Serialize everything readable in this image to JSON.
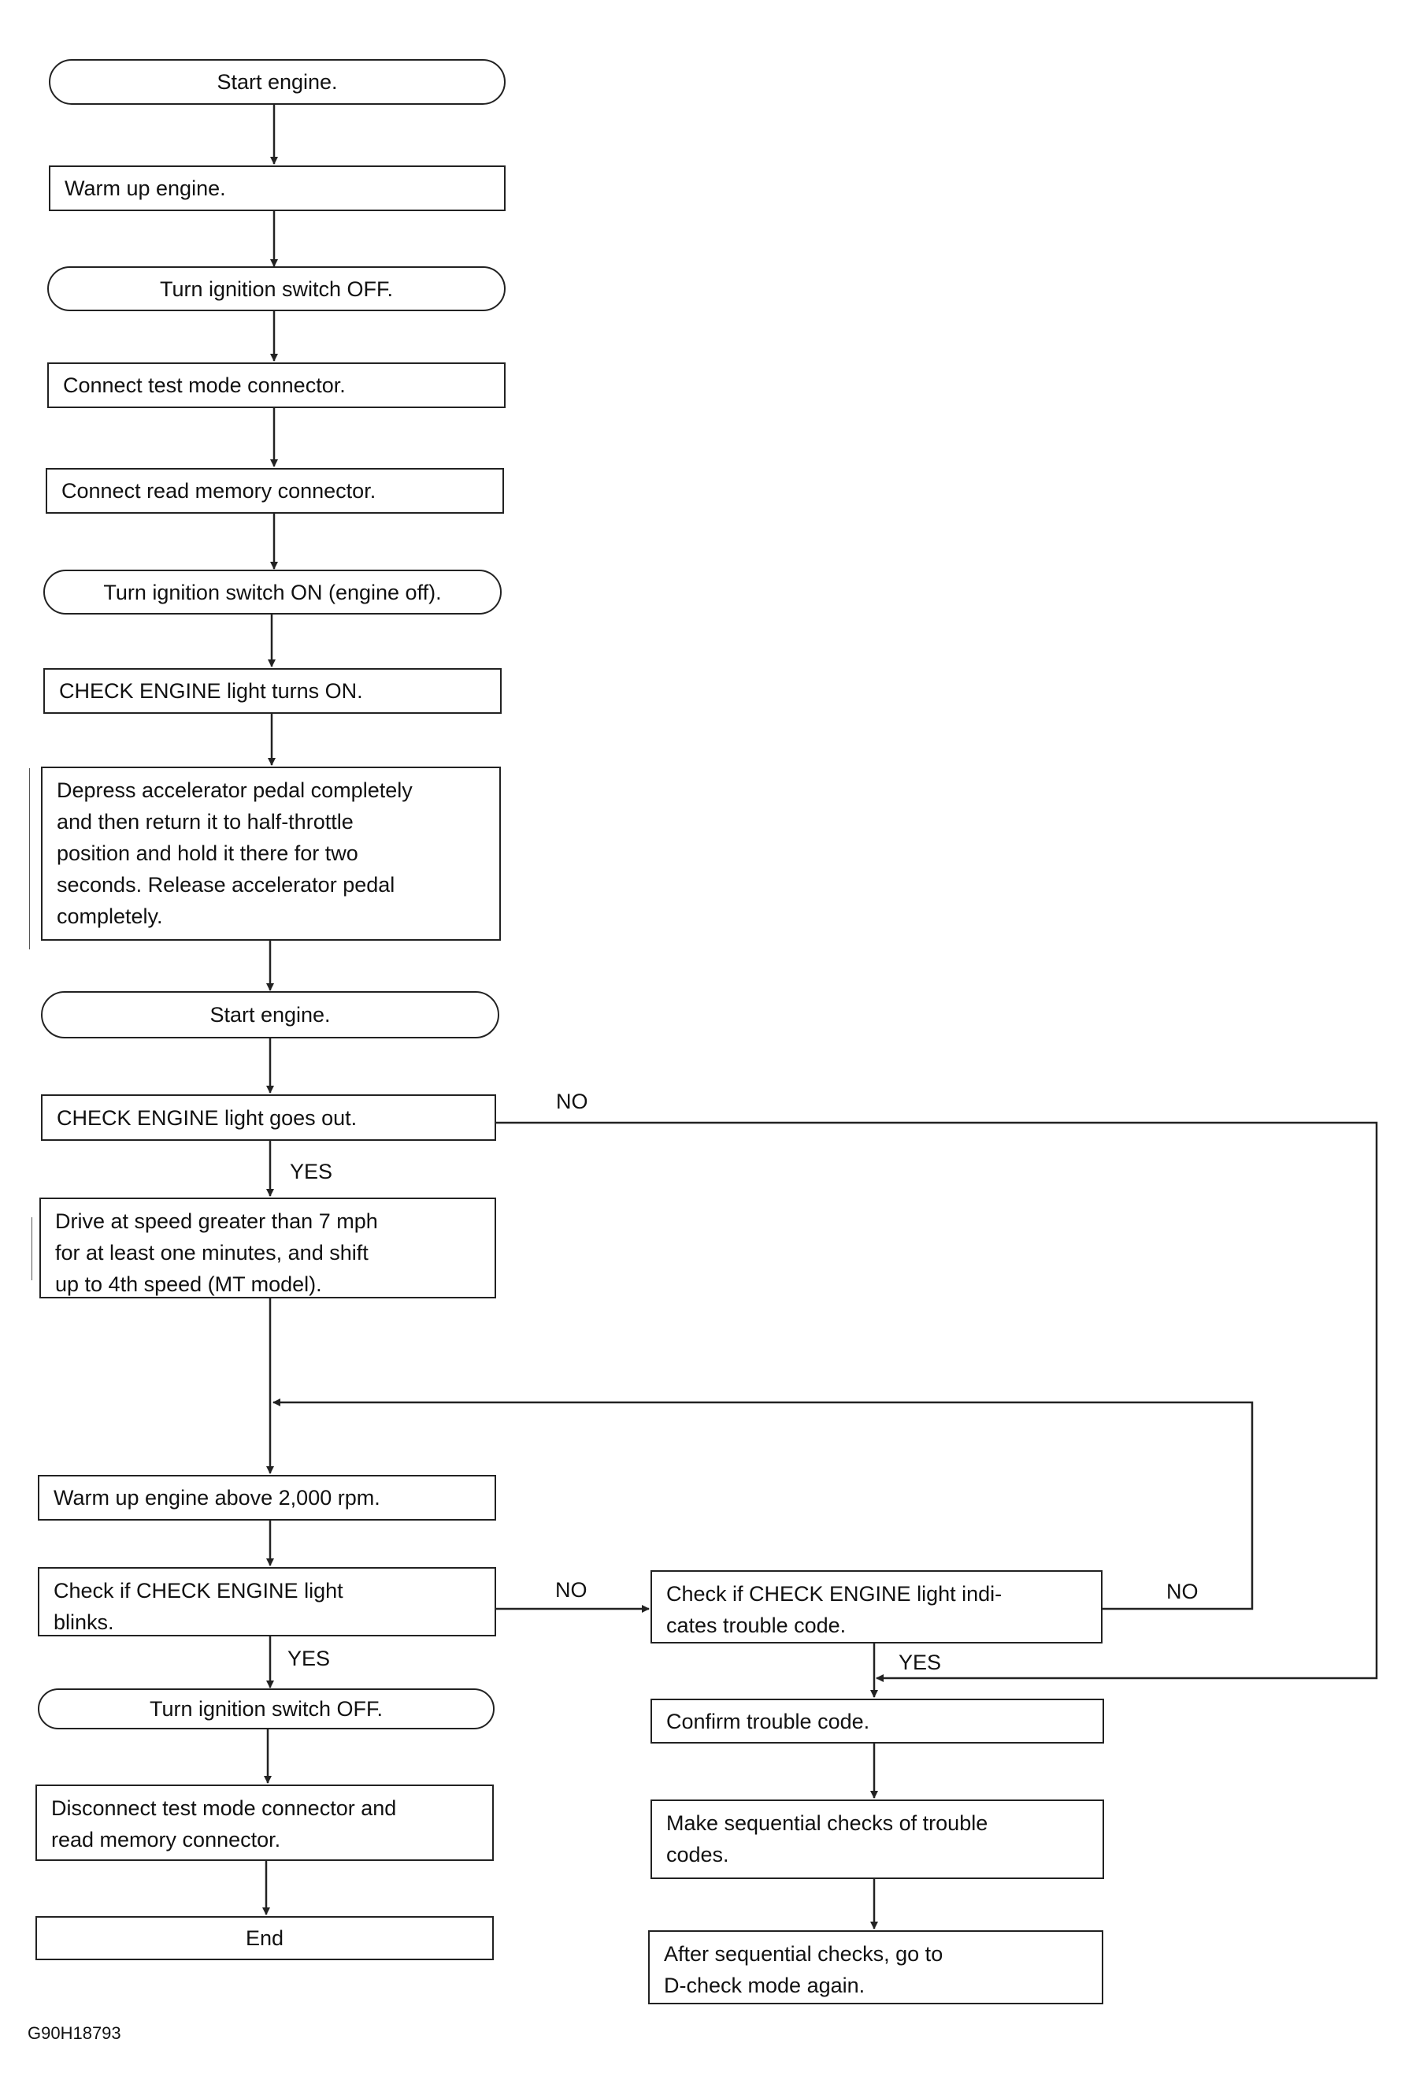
{
  "steps": {
    "start1": "Start engine.",
    "warm1": "Warm up engine.",
    "ign_off1": "Turn ignition switch OFF.",
    "test_conn": "Connect test mode connector.",
    "read_conn": "Connect read memory connector.",
    "ign_on": "Turn ignition switch ON (engine off).",
    "light_on": "CHECK ENGINE light turns ON.",
    "pedal": "Depress accelerator pedal completely\nand then return it to half-throttle\nposition and hold it there for two\nseconds.  Release accelerator pedal\ncompletely.",
    "start2": "Start engine.",
    "light_out": "CHECK ENGINE light goes out.",
    "drive": "Drive at speed greater than 7 mph\nfor at least one minutes, and shift\nup to 4th speed (MT model).",
    "warm2": "Warm up engine above 2,000 rpm.",
    "blink_check": "Check if CHECK ENGINE light\nblinks.",
    "code_check": "Check if CHECK ENGINE light indi-\ncates trouble code.",
    "ign_off2": "Turn ignition switch OFF.",
    "disconnect": "Disconnect test mode connector and\nread memory connector.",
    "end": "End",
    "confirm": "Confirm trouble code.",
    "sequential": "Make sequential checks of trouble\ncodes.",
    "after": "After sequential checks, go to\nD-check mode again."
  },
  "labels": {
    "no": "NO",
    "yes": "YES"
  },
  "figure_id": "G90H18793"
}
